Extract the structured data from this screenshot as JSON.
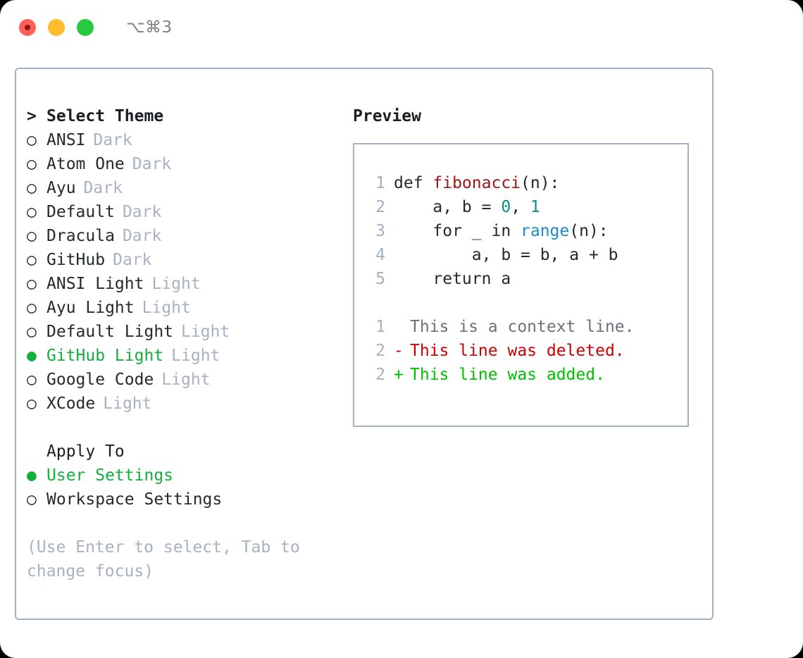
{
  "titlebar": {
    "shortcut": "⌥⌘3",
    "buttons": [
      "close",
      "minimize",
      "maximize"
    ]
  },
  "theme_list": {
    "heading": "Select Theme",
    "caret": ">",
    "marker_unselected": "○",
    "marker_selected": "●",
    "items": [
      {
        "label": "ANSI",
        "badge": "Dark",
        "selected": false
      },
      {
        "label": "Atom One",
        "badge": "Dark",
        "selected": false
      },
      {
        "label": "Ayu",
        "badge": "Dark",
        "selected": false
      },
      {
        "label": "Default",
        "badge": "Dark",
        "selected": false
      },
      {
        "label": "Dracula",
        "badge": "Dark",
        "selected": false
      },
      {
        "label": "GitHub",
        "badge": "Dark",
        "selected": false
      },
      {
        "label": "ANSI Light",
        "badge": "Light",
        "selected": false
      },
      {
        "label": "Ayu Light",
        "badge": "Light",
        "selected": false
      },
      {
        "label": "Default Light",
        "badge": "Light",
        "selected": false
      },
      {
        "label": "GitHub Light",
        "badge": "Light",
        "selected": true
      },
      {
        "label": "Google Code",
        "badge": "Light",
        "selected": false
      },
      {
        "label": "XCode",
        "badge": "Light",
        "selected": false
      }
    ]
  },
  "apply_to": {
    "heading": "Apply To",
    "items": [
      {
        "label": "User Settings",
        "selected": true
      },
      {
        "label": "Workspace Settings",
        "selected": false
      }
    ]
  },
  "hint": "(Use Enter to select, Tab to change focus)",
  "preview": {
    "title": "Preview",
    "code_lines": [
      {
        "num": "1",
        "tokens": [
          {
            "t": "def ",
            "c": "plain"
          },
          {
            "t": "fibonacci",
            "c": "fn"
          },
          {
            "t": "(n):",
            "c": "plain"
          }
        ]
      },
      {
        "num": "2",
        "tokens": [
          {
            "t": "    a, b = ",
            "c": "plain"
          },
          {
            "t": "0",
            "c": "num"
          },
          {
            "t": ", ",
            "c": "plain"
          },
          {
            "t": "1",
            "c": "num"
          }
        ]
      },
      {
        "num": "3",
        "tokens": [
          {
            "t": "    for _ in ",
            "c": "plain"
          },
          {
            "t": "range",
            "c": "bi"
          },
          {
            "t": "(n):",
            "c": "plain"
          }
        ]
      },
      {
        "num": "4",
        "tokens": [
          {
            "t": "        a, b = b, a + b",
            "c": "plain"
          }
        ]
      },
      {
        "num": "5",
        "tokens": [
          {
            "t": "    return a",
            "c": "plain"
          }
        ]
      }
    ],
    "diff_lines": [
      {
        "num": "1",
        "sign": " ",
        "text": "This is a context line.",
        "kind": "ctx"
      },
      {
        "num": "2",
        "sign": "-",
        "text": "This line was deleted.",
        "kind": "del"
      },
      {
        "num": "2",
        "sign": "+",
        "text": "This line was added.",
        "kind": "add"
      }
    ]
  },
  "colors": {
    "selected_green": "#14ae3c",
    "diff_add": "#00c000",
    "diff_del": "#cc0000",
    "border": "#a3b1c2",
    "badge": "#a8b2c0",
    "fn": "#a31515",
    "number": "#0a8f80",
    "builtin": "#1a8cc8"
  }
}
